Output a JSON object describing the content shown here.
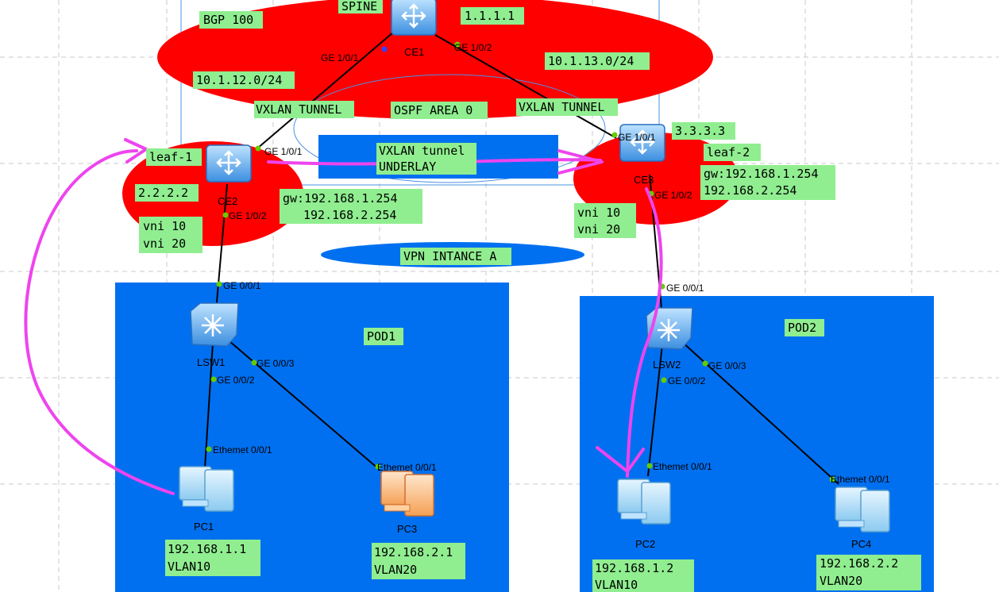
{
  "labels": {
    "spine": "SPINE",
    "bgp": "BGP 100",
    "rid_ce1": "1.1.1.1",
    "ce1": "CE1",
    "ce1_ge1": "GE 1/0/1",
    "ce1_ge2": "GE 1/0/2",
    "net12": "10.1.12.0/24",
    "net13": "10.1.13.0/24",
    "vxlan_tunnel_left": "VXLAN TUNNEL",
    "vxlan_tunnel_right": "VXLAN TUNNEL",
    "ospf": "OSPF AREA 0",
    "underlay_1": "VXLAN tunnel",
    "underlay_2": "UNDERLAY",
    "leaf1": "leaf-1",
    "rid_ce2": "2.2.2.2",
    "ce2": "CE2",
    "ce2_ge1": "GE 1/0/1",
    "ce2_ge2": "GE 1/0/2",
    "vni_left_1": "vni 10",
    "vni_left_2": "vni 20",
    "gw_left_1": "gw:192.168.1.254",
    "gw_left_2": "192.168.2.254",
    "rid_ce3": "3.3.3.3",
    "leaf2": "leaf-2",
    "ce3": "CE3",
    "ce3_ge1": "GE 1/0/1",
    "ce3_ge2": "GE 1/0/2",
    "gw_right_1": "gw:192.168.1.254",
    "gw_right_2": "192.168.2.254",
    "vni_right_1": "vni 10",
    "vni_right_2": "vni 20",
    "vpn": "VPN INTANCE A",
    "pod1": "POD1",
    "pod2": "POD2",
    "lsw1": "LSW1",
    "lsw1_ge1": "GE 0/0/1",
    "lsw1_ge2": "GE 0/0/2",
    "lsw1_ge3": "GE 0/0/3",
    "lsw2": "LSW2",
    "lsw2_ge1": "GE 0/0/1",
    "lsw2_ge2": "GE 0/0/2",
    "lsw2_ge3": "GE 0/0/3",
    "pc1": "PC1",
    "pc1_eth": "Ethemet 0/0/1",
    "pc1_ip": "192.168.1.1",
    "pc1_vlan": "VLAN10",
    "pc3": "PC3",
    "pc3_eth": "Ethemet 0/0/1",
    "pc3_ip": "192.168.2.1",
    "pc3_vlan": "VLAN20",
    "pc2": "PC2",
    "pc2_eth": "Ethemet 0/0/1",
    "pc2_ip": "192.168.1.2",
    "pc2_vlan": "VLAN10",
    "pc4": "PC4",
    "pc4_eth": "Ethemet 0/0/1",
    "pc4_ip": "192.168.2.2",
    "pc4_vlan": "VLAN20"
  },
  "colors": {
    "red_area": "#ff0000",
    "blue_area": "#0070f0",
    "label_bg": "#90ee90",
    "path": "#ee44ee",
    "link": "#000000",
    "port_dot": "#66cc00",
    "grid": "#c8c8c8"
  }
}
